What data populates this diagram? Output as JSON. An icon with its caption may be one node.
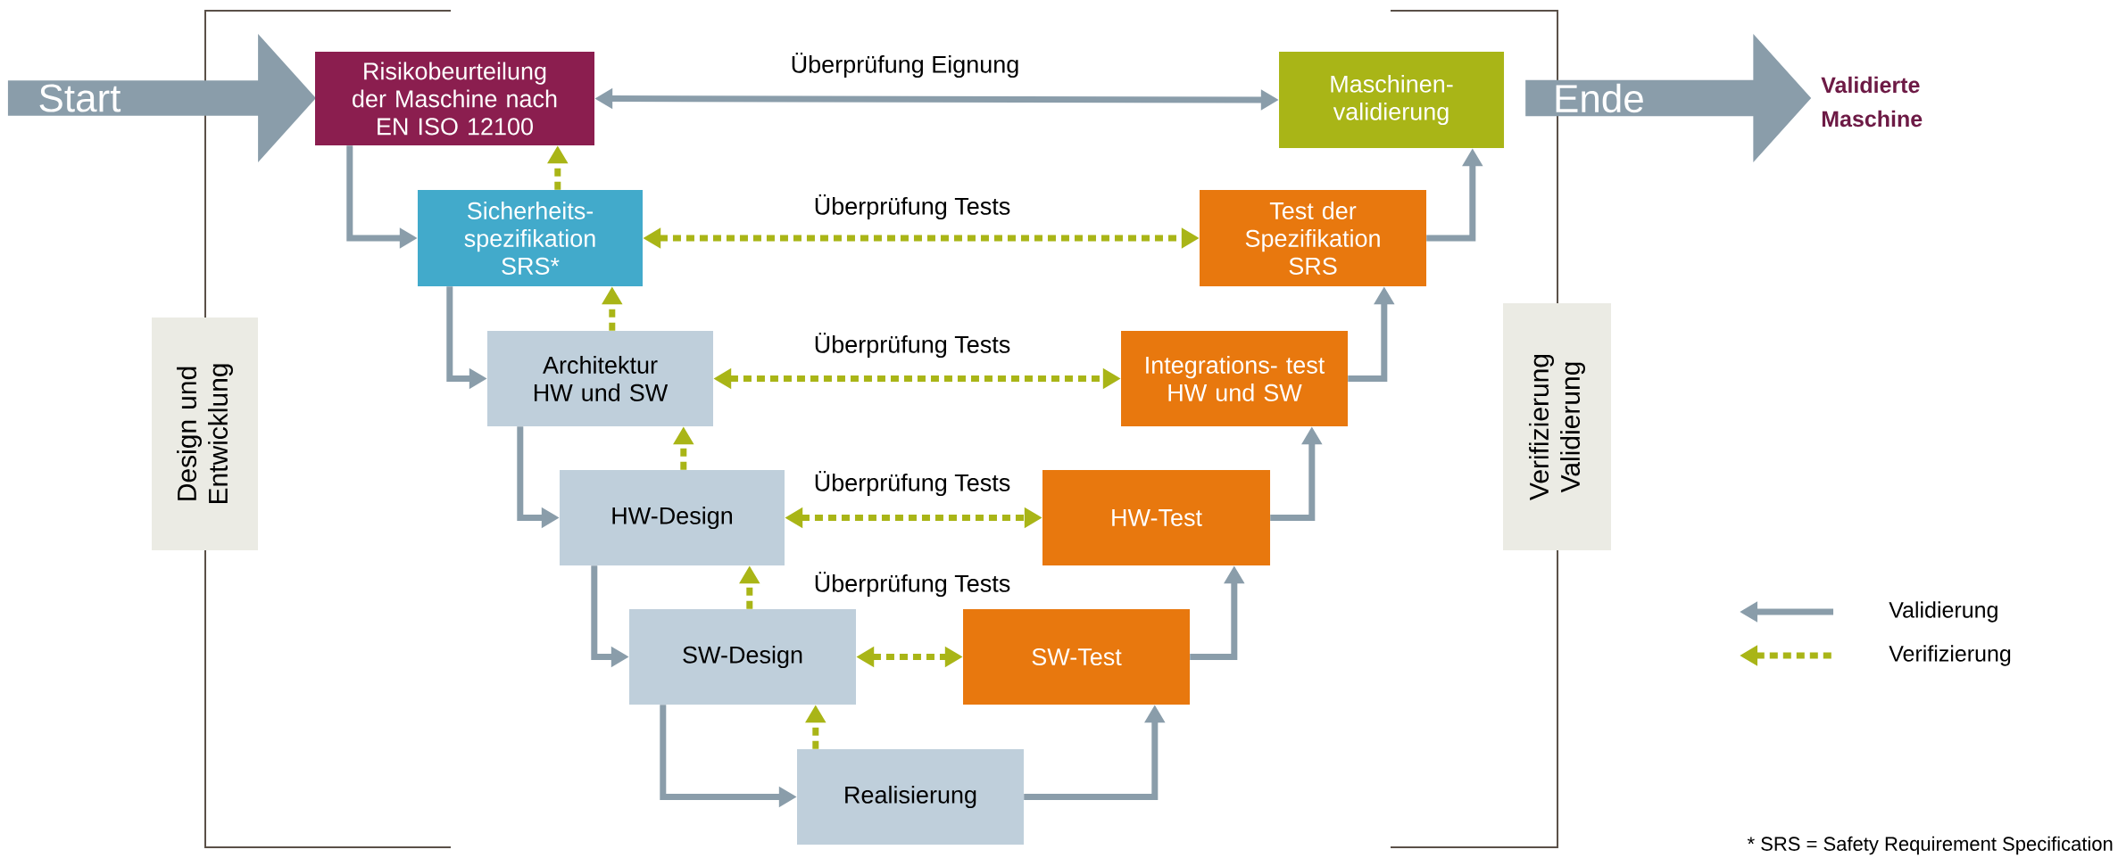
{
  "diagram": {
    "nodes": [
      {
        "text": [
          "Start"
        ]
      },
      {
        "text": [
          "Risikobeurteilung der Maschine nach EN ISO 12100"
        ]
      },
      {
        "text": [
          "Maschinen- validierung"
        ]
      },
      {
        "text": [
          "Ende"
        ]
      },
      {
        "text": [
          "Sicherheits- spezifikation SRS*"
        ]
      },
      {
        "text": [
          "Test der Spezifikation SRS"
        ]
      },
      {
        "text": [
          "Architektur HW und SW"
        ]
      },
      {
        "text": [
          "Integrations- test HW und SW"
        ]
      },
      {
        "text": [
          "HW-Design"
        ]
      },
      {
        "text": [
          "HW-Test"
        ]
      },
      {
        "text": [
          "SW-Design"
        ]
      },
      {
        "text": [
          "SW-Test"
        ]
      },
      {
        "text": [
          "Realisierung"
        ]
      },
      {
        "text": [
          "Design und Entwicklung"
        ]
      },
      {
        "text": [
          "Verifizierung Validierung"
        ]
      }
    ],
    "edges": [
      {
        "from": 1,
        "to": 2,
        "arrow": "both",
        "label": "Überprüfung Eignung"
      },
      {
        "from": 1,
        "to": 4,
        "arrow": "to"
      },
      {
        "from": 4,
        "to": 1,
        "arrow": "to",
        "style": "dashed",
        "color": "#a9b517"
      },
      {
        "from": 4,
        "to": 5,
        "arrow": "both",
        "style": "dashed",
        "color": "#a9b517",
        "label": "Überprüfung Tests"
      },
      {
        "from": 5,
        "to": 2,
        "arrow": "to"
      },
      {
        "from": 4,
        "to": 6,
        "arrow": "to"
      },
      {
        "from": 6,
        "to": 4,
        "arrow": "to",
        "style": "dashed",
        "color": "#a9b517"
      },
      {
        "from": 6,
        "to": 7,
        "arrow": "both",
        "style": "dashed",
        "color": "#a9b517",
        "label": "Überprüfung Tests"
      },
      {
        "from": 7,
        "to": 5,
        "arrow": "to"
      },
      {
        "from": 6,
        "to": 8,
        "arrow": "to"
      },
      {
        "from": 8,
        "to": 6,
        "arrow": "to",
        "style": "dashed",
        "color": "#a9b517"
      },
      {
        "from": 8,
        "to": 9,
        "arrow": "both",
        "style": "dashed",
        "color": "#a9b517",
        "label": "Überprüfung Tests"
      },
      {
        "from": 9,
        "to": 7,
        "arrow": "to"
      },
      {
        "from": 8,
        "to": 10,
        "arrow": "to"
      },
      {
        "from": 10,
        "to": 8,
        "arrow": "to",
        "style": "dashed",
        "color": "#a9b517"
      },
      {
        "from": 10,
        "to": 11,
        "arrow": "both",
        "style": "dashed",
        "color": "#a9b517",
        "label": "Überprüfung Tests"
      },
      {
        "from": 11,
        "to": 9,
        "arrow": "to"
      },
      {
        "from": 10,
        "to": 12,
        "arrow": "to"
      },
      {
        "from": 12,
        "to": 10,
        "arrow": "to",
        "style": "dashed",
        "color": "#a9b517"
      },
      {
        "from": 12,
        "to": 11,
        "arrow": "to"
      }
    ],
    "labels": [
      "Validierte Maschine",
      "* SRS = Safety Requirement Specification"
    ],
    "legend": [
      {
        "text": "Validierung"
      },
      {
        "text": "Verifizierung"
      }
    ]
  }
}
